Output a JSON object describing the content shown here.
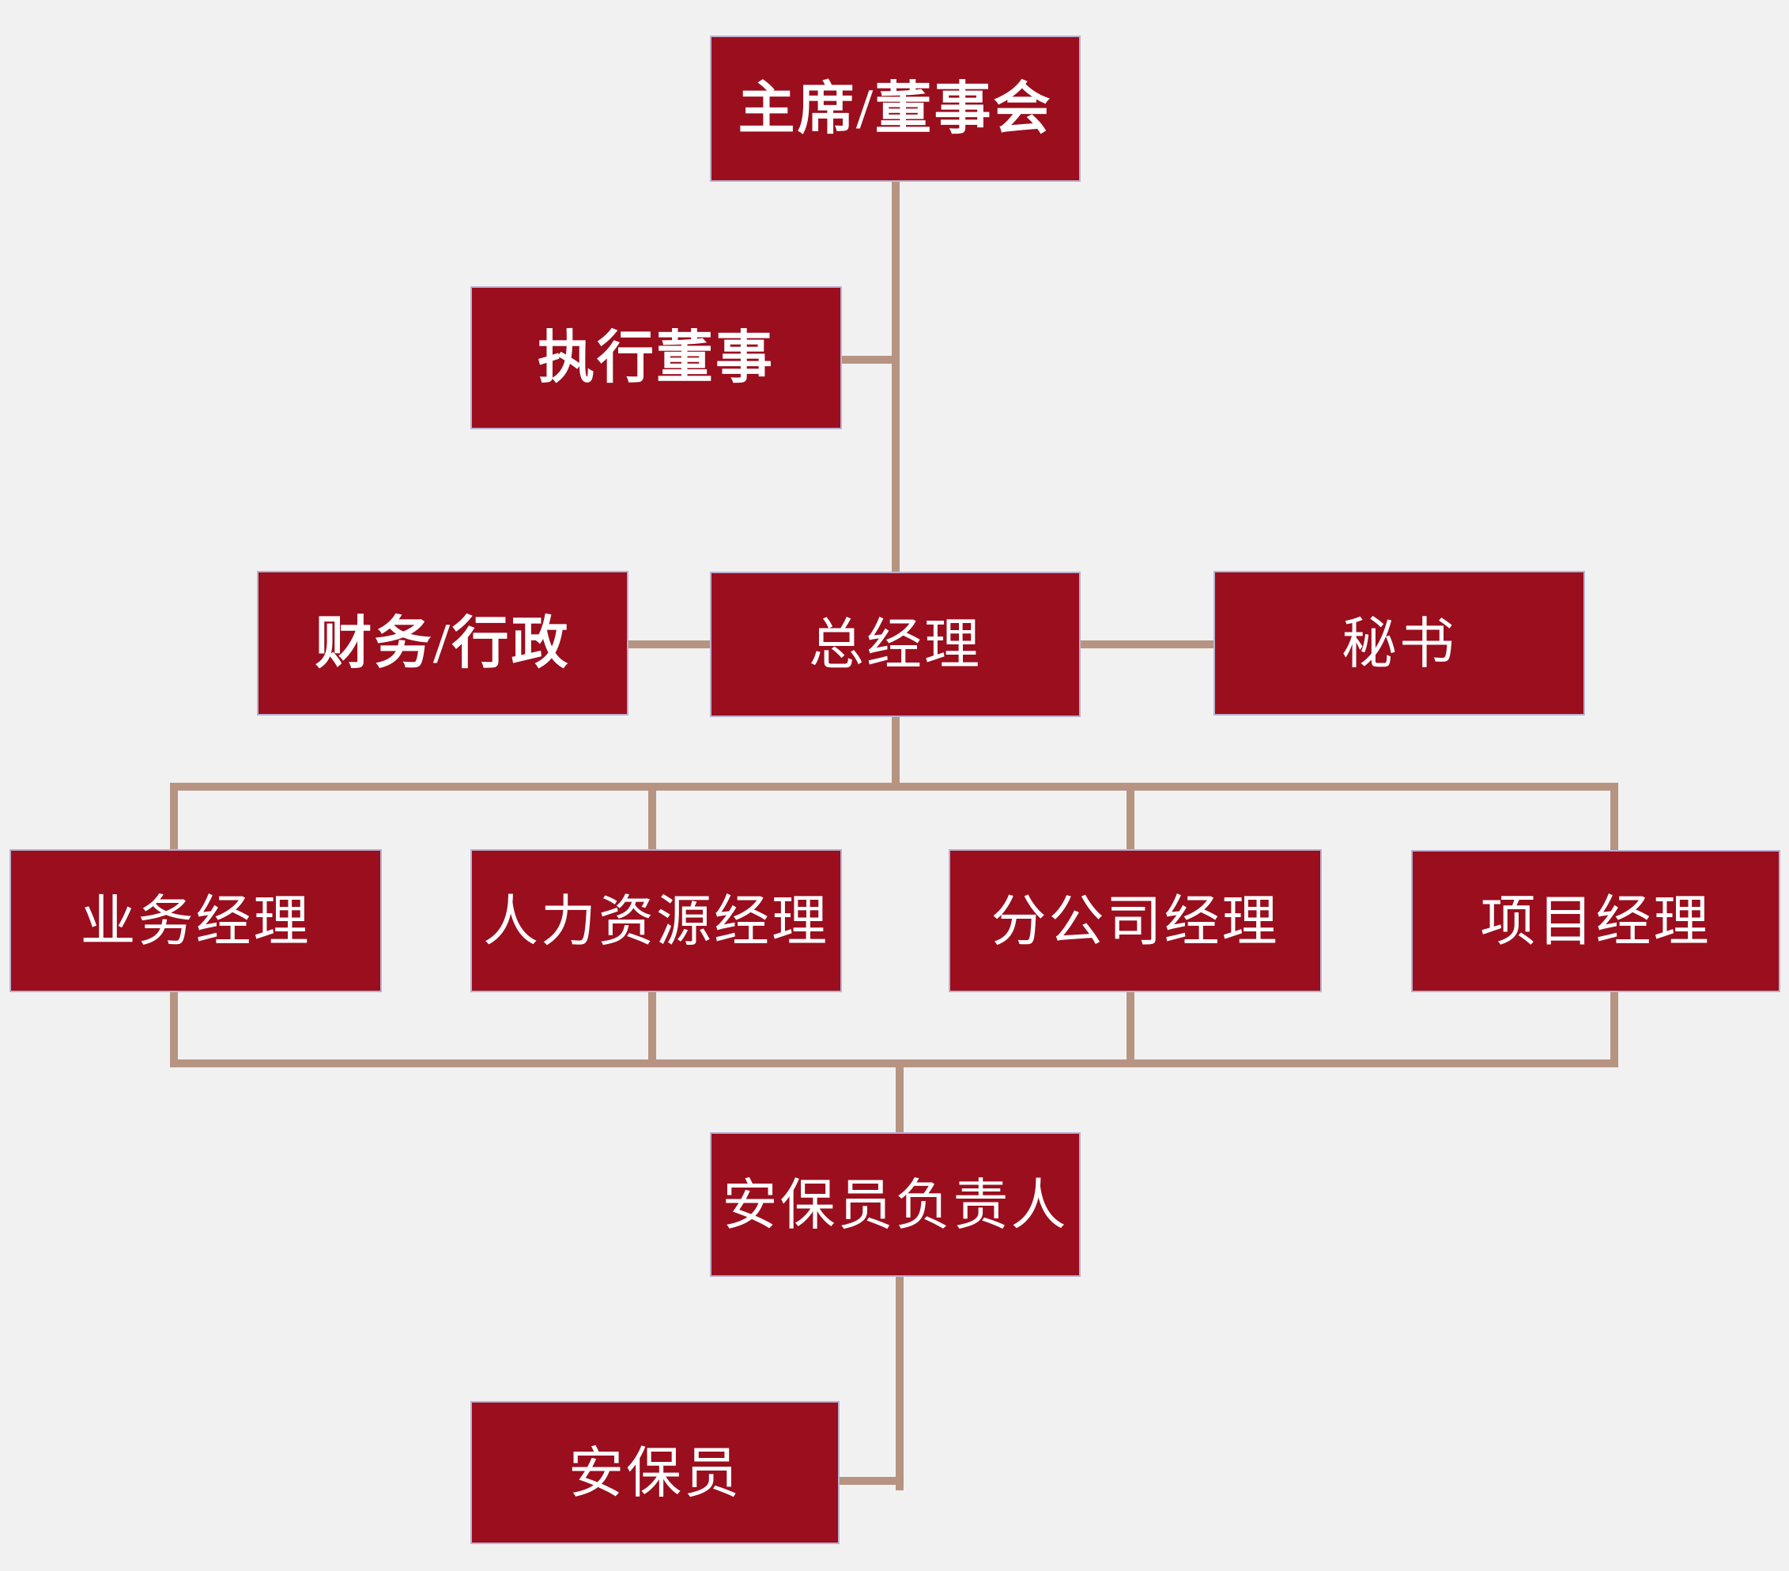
{
  "diagram": {
    "type": "org-chart",
    "nodes": {
      "chairman": {
        "label": "主席/董事会"
      },
      "exec_director": {
        "label": "执行董事"
      },
      "finance_admin": {
        "label": "财务/行政"
      },
      "general_manager": {
        "label": "总经理"
      },
      "secretary": {
        "label": "秘书"
      },
      "business_manager": {
        "label": "业务经理"
      },
      "hr_manager": {
        "label": "人力资源经理"
      },
      "branch_manager": {
        "label": "分公司经理"
      },
      "project_manager": {
        "label": "项目经理"
      },
      "security_lead": {
        "label": "安保员负责人"
      },
      "security_staff": {
        "label": "安保员"
      }
    },
    "edges": [
      {
        "from": "chairman",
        "to": "general_manager"
      },
      {
        "from": "chairman",
        "to": "exec_director"
      },
      {
        "from": "general_manager",
        "to": "finance_admin"
      },
      {
        "from": "general_manager",
        "to": "secretary"
      },
      {
        "from": "general_manager",
        "to": "business_manager"
      },
      {
        "from": "general_manager",
        "to": "hr_manager"
      },
      {
        "from": "general_manager",
        "to": "branch_manager"
      },
      {
        "from": "general_manager",
        "to": "project_manager"
      },
      {
        "from": "business_manager",
        "to": "security_lead"
      },
      {
        "from": "hr_manager",
        "to": "security_lead"
      },
      {
        "from": "branch_manager",
        "to": "security_lead"
      },
      {
        "from": "project_manager",
        "to": "security_lead"
      },
      {
        "from": "security_lead",
        "to": "security_staff"
      }
    ],
    "colors": {
      "background": "#f2f1f1",
      "node_fill": "#9b0e1e",
      "node_border": "#b9b3d2",
      "node_text": "#ffffff",
      "connector": "#b79482"
    }
  }
}
